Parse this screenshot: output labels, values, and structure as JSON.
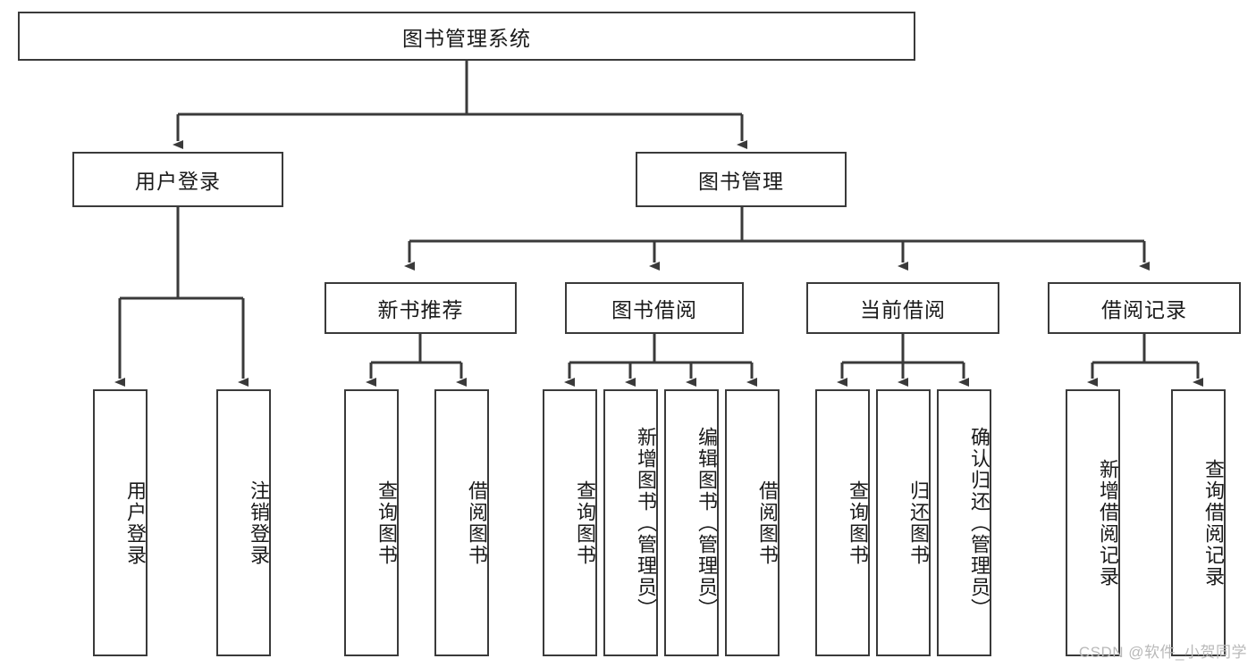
{
  "diagram": {
    "title": "图书管理系统",
    "root": {
      "label": "图书管理系统"
    },
    "level2": [
      {
        "label": "用户登录"
      },
      {
        "label": "图书管理"
      }
    ],
    "level3": [
      {
        "label": "新书推荐"
      },
      {
        "label": "图书借阅"
      },
      {
        "label": "当前借阅"
      },
      {
        "label": "借阅记录"
      }
    ],
    "leaves": {
      "user_login": [
        {
          "label": "用户登录"
        },
        {
          "label": "注销登录"
        }
      ],
      "new_book_recommend": [
        {
          "label": "查询图书"
        },
        {
          "label": "借阅图书"
        }
      ],
      "book_borrow": [
        {
          "label": "查询图书"
        },
        {
          "label": "新增图书（管理员）"
        },
        {
          "label": "编辑图书（管理员）"
        },
        {
          "label": "借阅图书"
        }
      ],
      "current_borrow": [
        {
          "label": "查询图书"
        },
        {
          "label": "归还图书"
        },
        {
          "label": "确认归还（管理员）"
        }
      ],
      "borrow_record": [
        {
          "label": "新增借阅记录"
        },
        {
          "label": "查询借阅记录"
        }
      ]
    }
  },
  "watermark": {
    "text": "CSDN @软件_小贺同学"
  },
  "colors": {
    "stroke": "#3a3a3a",
    "box_fill": "#ffffff",
    "text": "#1a1a1a",
    "watermark": "#b9b9b9"
  }
}
